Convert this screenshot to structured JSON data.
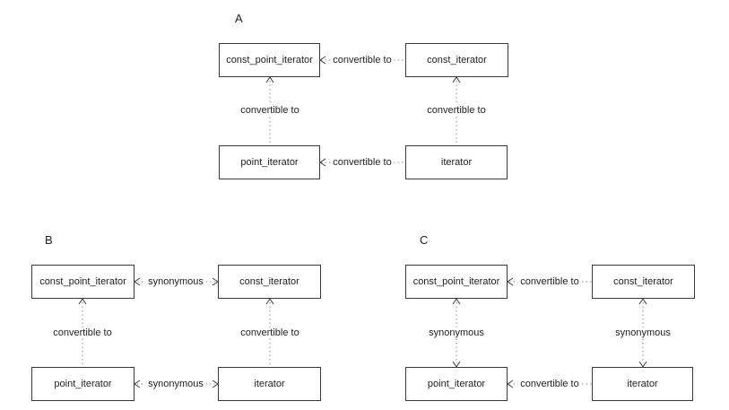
{
  "colors": {
    "background": "#ffffff",
    "box_border": "#3a3a3a",
    "text": "#1f1f1f",
    "dotted_line": "#8c8c8c",
    "arrowhead": "#3a3a3a"
  },
  "diagrams": [
    {
      "letter": "A",
      "nodes": {
        "top_left": "const_point_iterator",
        "top_right": "const_iterator",
        "bottom_left": "point_iterator",
        "bottom_right": "iterator"
      },
      "edges": {
        "top_horizontal": {
          "label": "convertible to",
          "direction": "left"
        },
        "bottom_horizontal": {
          "label": "convertible to",
          "direction": "left"
        },
        "left_vertical": {
          "label": "convertible to",
          "direction": "up"
        },
        "right_vertical": {
          "label": "convertible to",
          "direction": "up"
        }
      }
    },
    {
      "letter": "B",
      "nodes": {
        "top_left": "const_point_iterator",
        "top_right": "const_iterator",
        "bottom_left": "point_iterator",
        "bottom_right": "iterator"
      },
      "edges": {
        "top_horizontal": {
          "label": "synonymous",
          "direction": "both"
        },
        "bottom_horizontal": {
          "label": "synonymous",
          "direction": "both"
        },
        "left_vertical": {
          "label": "convertible to",
          "direction": "up"
        },
        "right_vertical": {
          "label": "convertible to",
          "direction": "up"
        }
      }
    },
    {
      "letter": "C",
      "nodes": {
        "top_left": "const_point_iterator",
        "top_right": "const_iterator",
        "bottom_left": "point_iterator",
        "bottom_right": "iterator"
      },
      "edges": {
        "top_horizontal": {
          "label": "convertible to",
          "direction": "left"
        },
        "bottom_horizontal": {
          "label": "convertible to",
          "direction": "left"
        },
        "left_vertical": {
          "label": "synonymous",
          "direction": "both"
        },
        "right_vertical": {
          "label": "synonymous",
          "direction": "both"
        }
      }
    }
  ]
}
